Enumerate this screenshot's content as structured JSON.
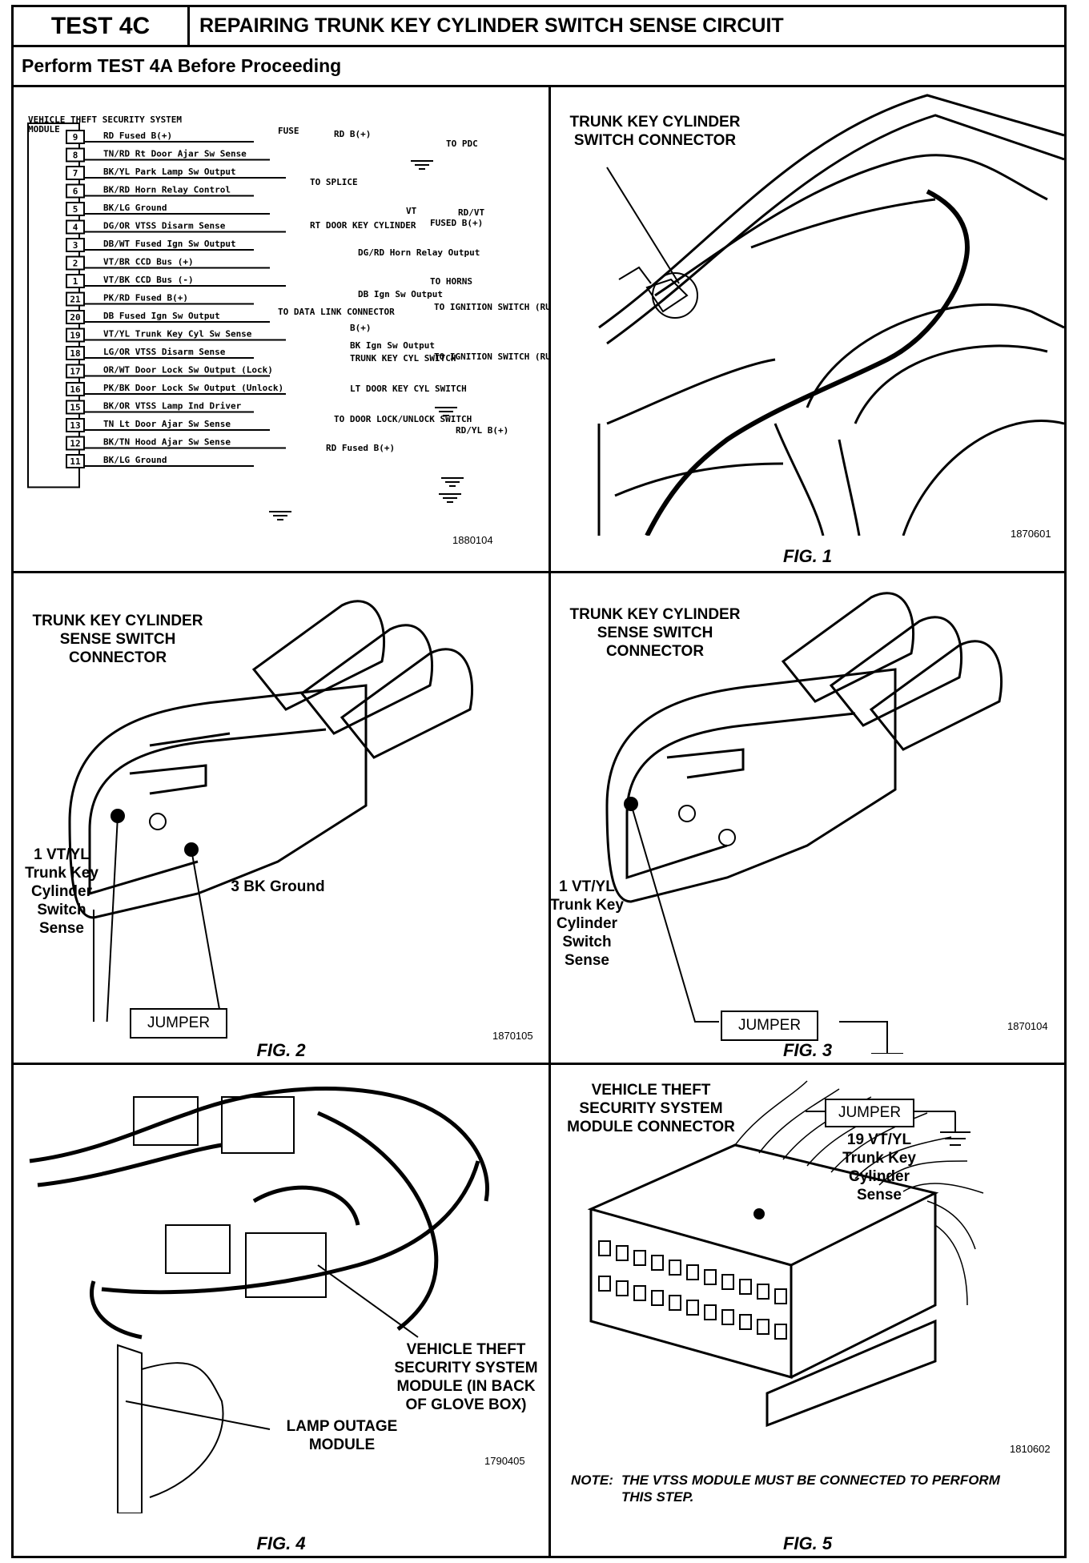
{
  "header": {
    "test_id": "TEST 4C",
    "title": "REPAIRING TRUNK KEY CYLINDER SWITCH SENSE CIRCUIT",
    "subtitle": "Perform TEST 4A Before Proceeding"
  },
  "schematic": {
    "module_label": "VEHICLE THEFT SECURITY SYSTEM MODULE",
    "code": "1880104",
    "pins": [
      {
        "pin": "9",
        "wire": "RD  Fused B(+)"
      },
      {
        "pin": "8",
        "wire": "TN/RD Rt Door Ajar Sw Sense"
      },
      {
        "pin": "7",
        "wire": "BK/YL Park Lamp Sw Output"
      },
      {
        "pin": "6",
        "wire": "BK/RD Horn Relay Control"
      },
      {
        "pin": "5",
        "wire": "BK/LG Ground"
      },
      {
        "pin": "4",
        "wire": "DG/OR VTSS Disarm Sense"
      },
      {
        "pin": "3",
        "wire": "DB/WT Fused Ign Sw Output"
      },
      {
        "pin": "2",
        "wire": "VT/BR CCD Bus (+)"
      },
      {
        "pin": "1",
        "wire": "VT/BK CCD Bus (-)"
      },
      {
        "pin": "21",
        "wire": "PK/RD Fused B(+)"
      },
      {
        "pin": "20",
        "wire": "DB  Fused Ign Sw Output"
      },
      {
        "pin": "19",
        "wire": "VT/YL Trunk Key Cyl Sw Sense"
      },
      {
        "pin": "18",
        "wire": "LG/OR VTSS Disarm Sense"
      },
      {
        "pin": "17",
        "wire": "OR/WT Door Lock Sw Output (Lock)"
      },
      {
        "pin": "16",
        "wire": "PK/BK Door Lock Sw Output (Unlock)"
      },
      {
        "pin": "15",
        "wire": "BK/OR VTSS Lamp Ind Driver"
      },
      {
        "pin": "13",
        "wire": "TN Lt Door Ajar Sw Sense"
      },
      {
        "pin": "12",
        "wire": "BK/TN Hood Ajar Sw Sense"
      },
      {
        "pin": "11",
        "wire": "BK/LG  Ground"
      }
    ],
    "annotations": {
      "fuse": "FUSE",
      "rd_b": "RD B(+)",
      "to_pdc": "TO PDC",
      "to_splice": "TO SPLICE",
      "rt_door_key_cyl": "RT DOOR KEY CYLINDER",
      "vt": "VT",
      "fused_b": "FUSED B(+)",
      "rd_vt": "RD/VT",
      "dg_rd_horn": "DG/RD Horn Relay Output",
      "to_horns": "TO HORNS",
      "db_ign": "DB Ign Sw Output",
      "to_ign_run_start": "TO IGNITION SWITCH (RUN/START)",
      "to_data_link": "TO DATA LINK CONNECTOR",
      "bk_plus": "B(+)",
      "bk_ign": "BK Ign Sw Output",
      "to_ign_run_acc": "TO IGNITION SWITCH (RUN/ACC)",
      "trunk_key_cyl_switch": "TRUNK KEY CYL SWITCH",
      "lt_door_key_cyl_switch": "LT DOOR KEY CYL SWITCH",
      "to_door_lock": "TO DOOR LOCK/UNLOCK SWITCH",
      "rd_yl": "RD/YL B(+)",
      "rd_fused": "RD Fused B(+)"
    }
  },
  "fig1": {
    "callout": "TRUNK KEY CYLINDER SWITCH CONNECTOR",
    "code": "1870601",
    "label": "FIG. 1"
  },
  "fig2": {
    "callout": "TRUNK KEY CYLINDER SENSE SWITCH CONNECTOR",
    "pin1": "1 VT/YL Trunk Key Cylinder Switch Sense",
    "pin3": "3 BK Ground",
    "jumper": "JUMPER",
    "code": "1870105",
    "label": "FIG. 2"
  },
  "fig3": {
    "callout": "TRUNK KEY CYLINDER SENSE SWITCH CONNECTOR",
    "pin1": "1 VT/YL Trunk Key Cylinder Switch Sense",
    "jumper": "JUMPER",
    "code": "1870104",
    "label": "FIG. 3"
  },
  "fig4": {
    "callout_module": "VEHICLE THEFT SECURITY SYSTEM MODULE (IN BACK OF GLOVE BOX)",
    "callout_lamp": "LAMP OUTAGE MODULE",
    "code": "1790405",
    "label": "FIG. 4"
  },
  "fig5": {
    "callout": "VEHICLE THEFT SECURITY SYSTEM MODULE CONNECTOR",
    "jumper": "JUMPER",
    "pin19": "19 VT/YL Trunk Key Cylinder Sense",
    "code": "1810602",
    "note_label": "NOTE:",
    "note": "THE VTSS MODULE MUST BE CONNECTED TO PERFORM THIS STEP.",
    "label": "FIG. 5"
  }
}
